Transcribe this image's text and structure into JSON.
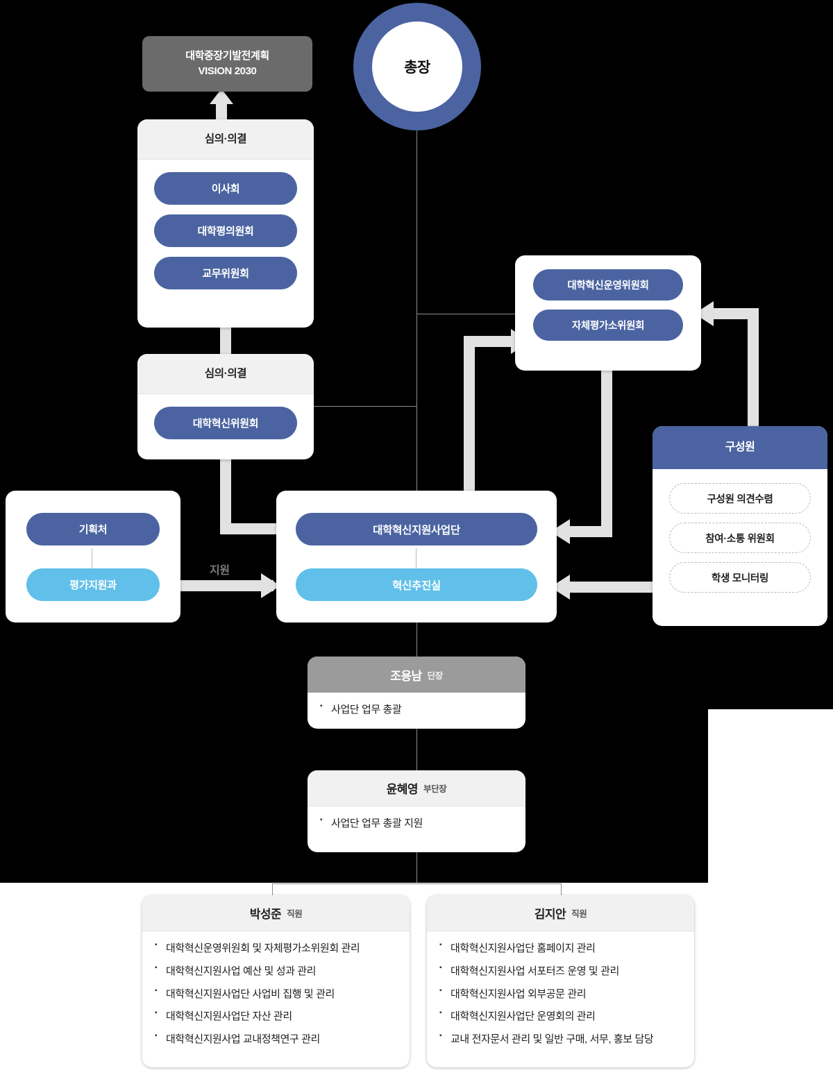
{
  "chart_data": {
    "type": "diagram",
    "title": "대학혁신지원사업단 조직도",
    "nodes": [
      "대학중장기발전계획 VISION 2030",
      "총장",
      "심의·의결",
      "이사회",
      "대학평의원회",
      "교무위원회",
      "대학혁신위원회",
      "대학혁신운영위원회",
      "자체평가소위원회",
      "기획처",
      "평가지원과",
      "대학혁신지원사업단",
      "혁신추진실",
      "구성원",
      "구성원 의견수렴",
      "참여·소통 위원회",
      "학생 모니터링",
      "조용남 단장",
      "윤혜영 부단장",
      "박성준 직원",
      "김지안 직원"
    ]
  },
  "vision": {
    "line1": "대학중장기발전계획",
    "line2": "VISION 2030"
  },
  "president": {
    "label": "총장"
  },
  "deliberation1": {
    "header": "심의·의결",
    "items": [
      {
        "label": "이사회"
      },
      {
        "label": "대학평의원회"
      },
      {
        "label": "교무위원회"
      }
    ]
  },
  "deliberation2": {
    "header": "심의·의결",
    "items": [
      {
        "label": "대학혁신위원회"
      }
    ]
  },
  "committee": {
    "items": [
      {
        "label": "대학혁신운영위원회"
      },
      {
        "label": "자체평가소위원회"
      }
    ]
  },
  "members": {
    "header": "구성원",
    "items": [
      {
        "label": "구성원 의견수렴"
      },
      {
        "label": "참여·소통 위원회"
      },
      {
        "label": "학생 모니터링"
      }
    ]
  },
  "planning": {
    "items": [
      {
        "label": "기획처"
      },
      {
        "label": "평가지원과"
      }
    ]
  },
  "center": {
    "items": [
      {
        "label": "대학혁신지원사업단"
      },
      {
        "label": "혁신추진실"
      }
    ]
  },
  "support_arrow": {
    "label": "지원"
  },
  "leader": {
    "name": "조용남",
    "role": "단장",
    "duties": [
      "사업단 업무 총괄"
    ]
  },
  "subleader": {
    "name": "윤혜영",
    "role": "부단장",
    "duties": [
      "사업단 업무 총괄 지원"
    ]
  },
  "staff": [
    {
      "name": "박성준",
      "role": "직원",
      "duties": [
        "대학혁신운영위원회 및 자체평가소위원회 관리",
        "대학혁신지원사업 예산 및 성과 관리",
        "대학혁신지원사업단 사업비 집행 및 관리",
        "대학혁신지원사업단 자산 관리",
        "대학혁신지원사업 교내정책연구 관리"
      ]
    },
    {
      "name": "김지안",
      "role": "직원",
      "duties": [
        "대학혁신지원사업단 홈페이지 관리",
        "대학혁신지원사업 서포터즈 운영 및 관리",
        "대학혁신지원사업 외부공문 관리",
        "대학혁신지원사업단 운영회의 관리",
        "교내 전자문서 관리 및 일반 구매, 서무, 홍보 담당"
      ]
    }
  ],
  "colors": {
    "navy": "#4b64a1",
    "cyan": "#61c0e9",
    "grey_dark": "#6b6b6b",
    "grey_mid": "#9b9b9b",
    "grey_light": "#f1f1f1",
    "connector": "#e2e2e2"
  }
}
